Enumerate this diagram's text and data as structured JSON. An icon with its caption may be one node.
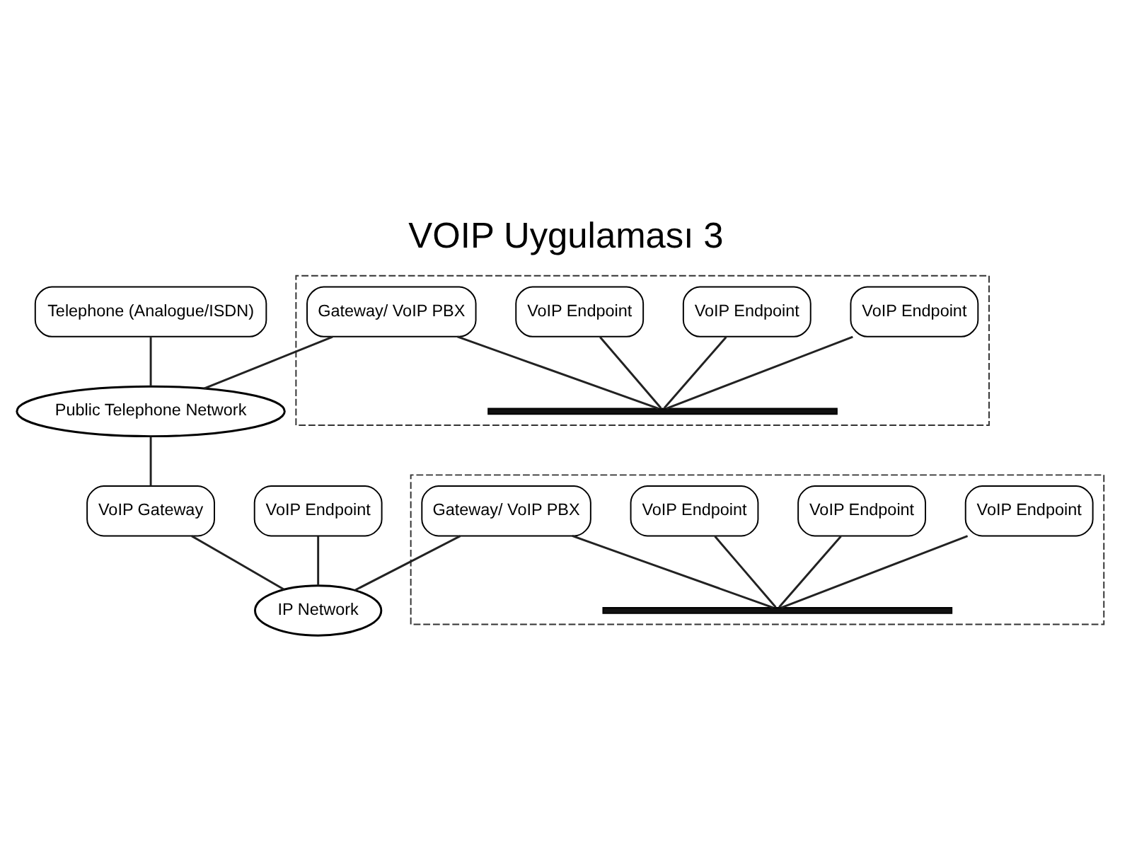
{
  "diagram": {
    "title": "VOIP Uygulaması 3",
    "nodes": [
      {
        "text": [
          "Telephone (Analogue/ISDN)"
        ]
      },
      {
        "text": [
          "VoIP Endpoint"
        ]
      },
      {
        "text": [
          "Public Telephone Network"
        ]
      },
      {
        "text": [
          "VoIP Gateway"
        ]
      },
      {
        "text": [
          "IP Network"
        ]
      },
      {
        "text": [],
        "shape": "box"
      },
      {
        "text": [
          "VoIP Endpoint"
        ],
        "in": 5
      },
      {
        "text": [
          "Gateway/ VoIP PBX"
        ],
        "in": 5
      },
      {
        "text": [],
        "shape": "bar",
        "in": 5
      },
      {
        "text": [
          "VoIP Endpoint"
        ],
        "in": 5
      },
      {
        "text": [
          "VoIP Endpoint"
        ],
        "in": 5
      },
      {
        "text": [],
        "shape": "box"
      },
      {
        "text": [
          "VoIP Endpoint"
        ],
        "in": 11
      },
      {
        "text": [
          "Gateway/ VoIP PBX"
        ],
        "in": 11
      },
      {
        "text": [],
        "shape": "bar",
        "in": 11
      },
      {
        "text": [
          "VoIP Endpoint"
        ],
        "in": 11
      },
      {
        "text": [
          "VoIP Endpoint"
        ],
        "in": 11
      }
    ],
    "edges": [
      {
        "from": 0,
        "to": 2,
        "arrow": "none"
      },
      {
        "from": 1,
        "to": 4,
        "arrow": "none"
      },
      {
        "from": 2,
        "to": 3,
        "arrow": "none"
      },
      {
        "from": 3,
        "to": 4,
        "arrow": "none"
      },
      {
        "from": 7,
        "to": 2,
        "arrow": "none"
      },
      {
        "from": 13,
        "to": 4,
        "arrow": "none"
      },
      {
        "from": 6,
        "to": 8,
        "arrow": "none"
      },
      {
        "from": 7,
        "to": 8,
        "arrow": "none"
      },
      {
        "from": 9,
        "to": 8,
        "arrow": "none"
      },
      {
        "from": 10,
        "to": 8,
        "arrow": "none"
      },
      {
        "from": 12,
        "to": 14,
        "arrow": "none"
      },
      {
        "from": 13,
        "to": 14,
        "arrow": "none"
      },
      {
        "from": 15,
        "to": 14,
        "arrow": "none"
      },
      {
        "from": 16,
        "to": 14,
        "arrow": "none"
      }
    ]
  }
}
